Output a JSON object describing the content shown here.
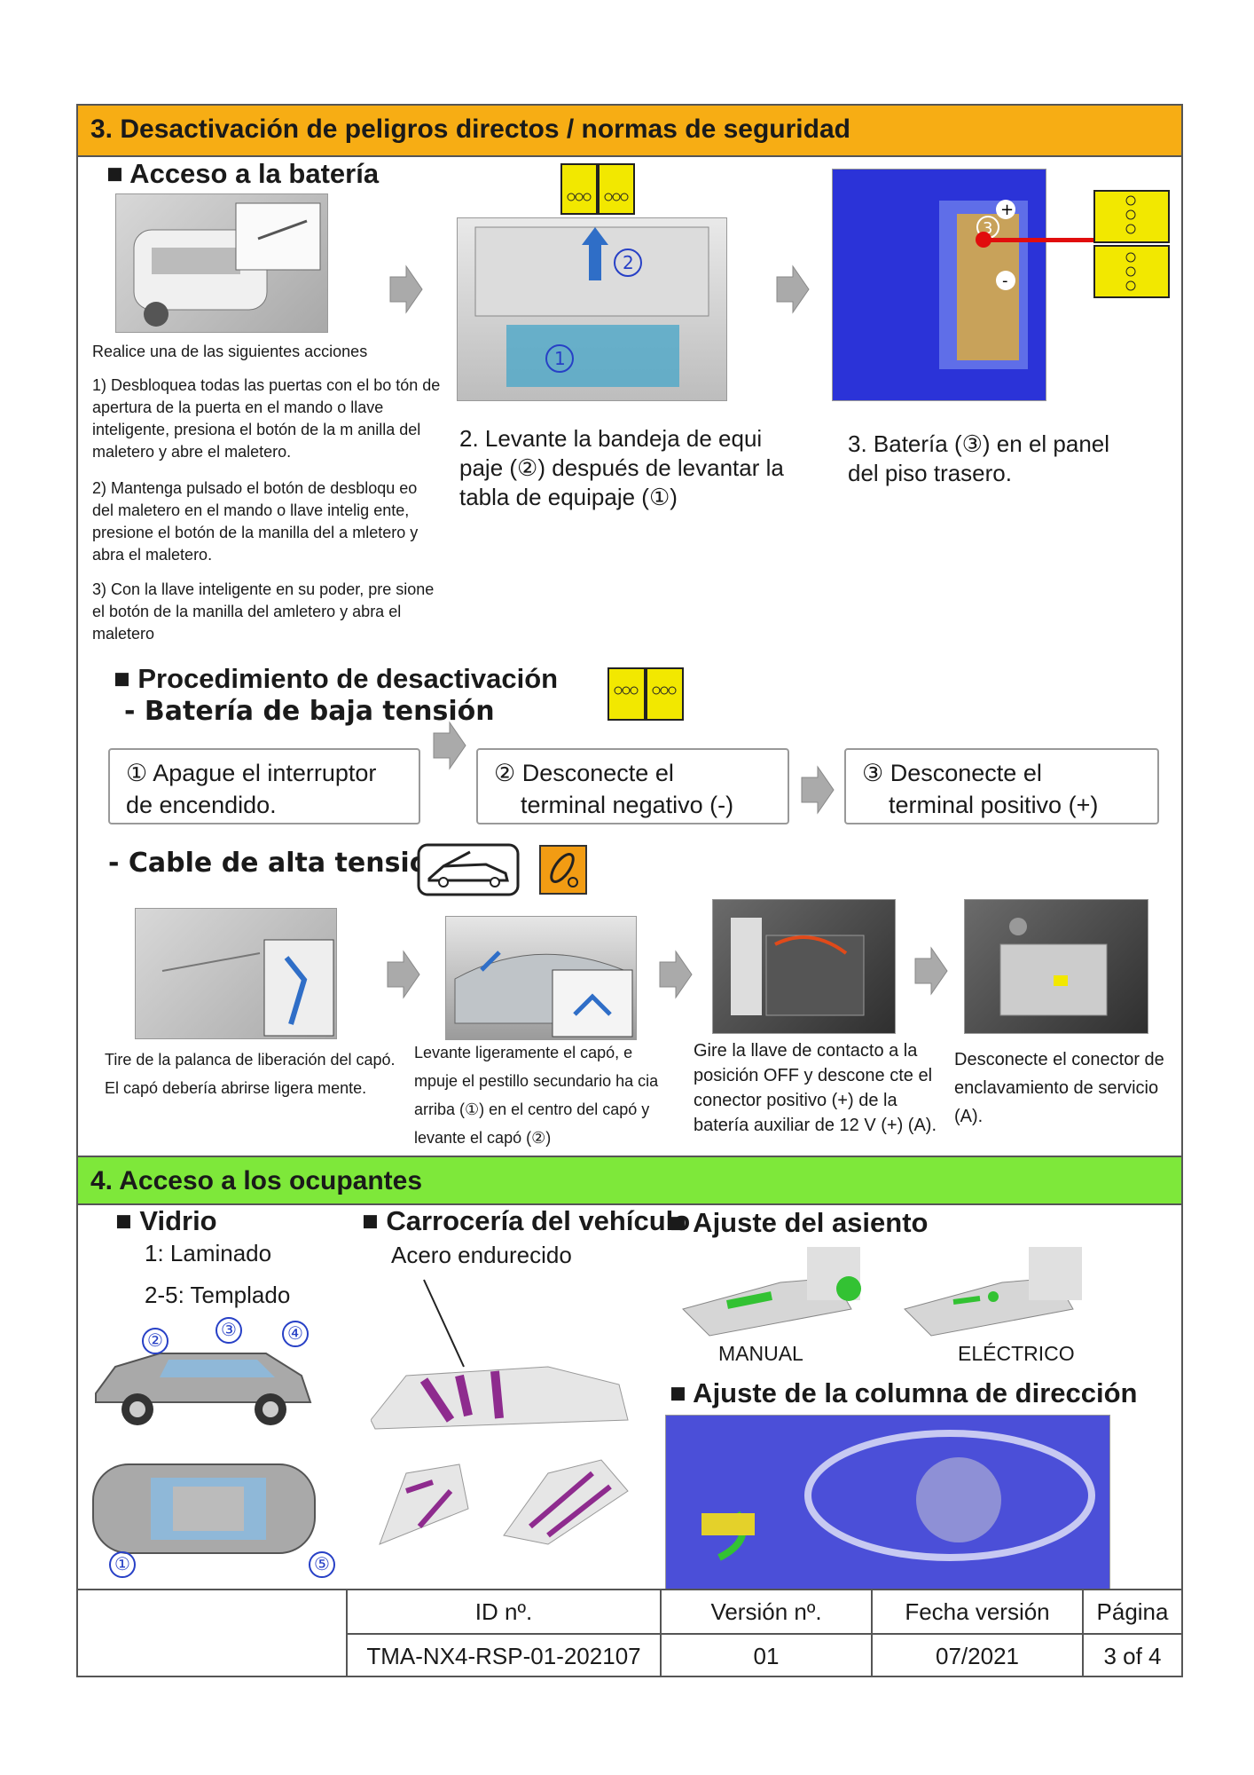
{
  "section3": {
    "title": "3. Desactivación de peligros directos / normas de seguridad",
    "battery_access": {
      "heading": "■ Acceso a la batería",
      "intro": "Realice una de las siguientes acciones",
      "option1": "1) Desbloquea todas las puertas con el bo tón de apertura de la puerta en el mando o llave inteligente, presiona el botón de la m anilla del maletero y abre el maletero.",
      "option2": "2) Mantenga pulsado el botón de desbloqu eo del maletero en el mando o llave intelig ente, presione el botón de la manilla del a mletero y abra el maletero.",
      "option3": "3) Con la llave inteligente en su poder, pre sione el botón de la manilla del amletero y abra el maletero",
      "step2_text": "2. Levante la bandeja de equi paje (②) después de levantar la tabla de equipaje (①)",
      "step3_text": "3. Batería (③) en el panel del piso trasero."
    },
    "procedure": {
      "heading": "■ Procedimiento de desactivación",
      "subheading": "- Batería de baja tensión",
      "steps": [
        {
          "num": "①",
          "line1": "Apague el interruptor",
          "line2": "de encendido."
        },
        {
          "num": "②",
          "line1": "Desconecte el",
          "line2": "terminal negativo (-)"
        },
        {
          "num": "③",
          "line1": "Desconecte el",
          "line2": "terminal positivo (+)"
        }
      ],
      "hv_heading": "- Cable de alta tensión",
      "hv_steps": [
        "Tire de la palanca de liberación del capó. El capó debería abrirse ligera mente.",
        "Levante ligeramente el capó, e mpuje el pestillo secundario ha cia arriba (①) en el centro del capó y levante el capó (②)",
        "Gire la llave de contacto a la posición OFF y descone cte el conector positivo (+) de la batería auxiliar de 12 V (+) (A).",
        "Desconecte el conector de enclavamiento de servicio (A)."
      ]
    }
  },
  "section4": {
    "title": "4. Acceso a los ocupantes",
    "glass": {
      "heading": "■ Vidrio",
      "line1": "1: Laminado",
      "line2": "2-5: Templado",
      "markers": [
        "①",
        "②",
        "③",
        "④",
        "⑤"
      ]
    },
    "body": {
      "heading": "■ Carrocería del vehículo",
      "label": "Acero endurecido"
    },
    "seat": {
      "heading": "■ Ajuste del asiento",
      "manual": "MANUAL",
      "electric": "ELÉCTRICO"
    },
    "steering": {
      "heading": "■ Ajuste de la columna de dirección"
    }
  },
  "footer": {
    "headers": [
      "ID nº.",
      "Versión nº.",
      "Fecha versión",
      "Página"
    ],
    "values": [
      "TMA-NX4-RSP-01-202107",
      "01",
      "07/2021",
      "3 of 4"
    ]
  },
  "colors": {
    "section3_band": "#f7ad14",
    "section4_band": "#7ee83a",
    "battery_icon": "#f2e800"
  }
}
